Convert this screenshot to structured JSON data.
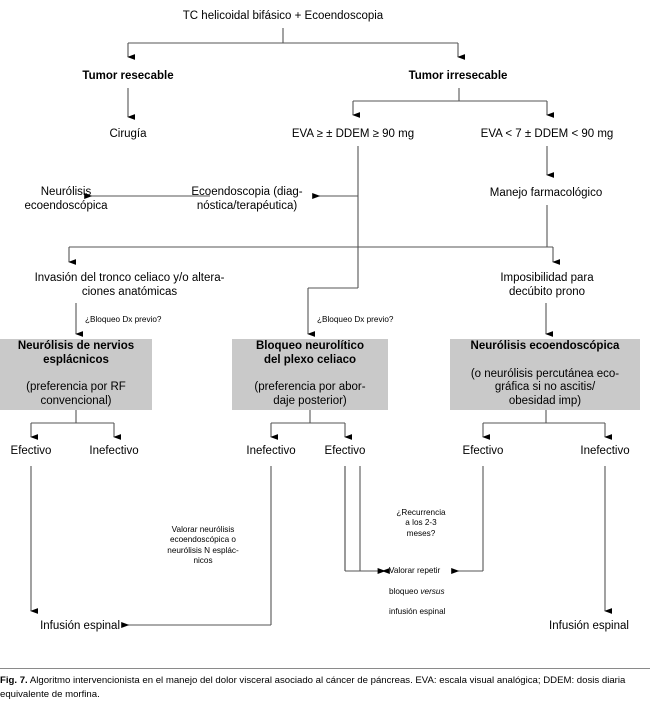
{
  "figure": {
    "caption_label": "Fig. 7.",
    "caption_text": " Algoritmo intervencionista en el manejo del dolor visceral asociado al cáncer de páncreas. EVA: escala visual analógica; DDEM: dosis diaria equivalente de morfina.",
    "box_fill_color": "#c9c9c9",
    "line_color": "#555555",
    "text_color": "#000000"
  },
  "nodes": {
    "root": "TC helicoidal bifásico + Ecoendoscopia",
    "tumor_resectable": "Tumor resecable",
    "tumor_irresectable": "Tumor irresecable",
    "cirugia": "Cirugía",
    "eva_high": "EVA ≥ ± DDEM ≥ 90 mg",
    "eva_low": "EVA < 7 ± DDEM < 90 mg",
    "manejo_farmacologico": "Manejo farmacológico",
    "ecoendoscopia_diag": "Ecoendoscopia (diag-\nnóstica/terapéutica)",
    "neurolisis_ecoendoscopica": "Neurólisis\necoendoscópica",
    "invasion_tronco": "Invasión del tronco celiaco y/o altera-\nciones anatómicas",
    "imposibilidad_decubito": "Imposibilidad para\ndecúbito prono"
  },
  "edge_labels": {
    "bloqueo_dx_previo_left": "¿Bloqueo Dx previo?",
    "bloqueo_dx_previo_mid": "¿Bloqueo Dx previo?"
  },
  "treatment_boxes": [
    {
      "id": "neurolisis-nervios-esplacnicos",
      "heading": "Neurólisis de nervios\nesplácnicos",
      "detail": "(preferencia por RF\nconvencional)"
    },
    {
      "id": "bloqueo-neurolitico-plexo-celiaco",
      "heading": "Bloqueo neurolítico\ndel plexo celiaco",
      "detail": "(preferencia por abor-\ndaje posterior)"
    },
    {
      "id": "neurolisis-ecoendoscopica-box",
      "heading": "Neurólisis ecoendoscópica",
      "detail": "(o neurólisis percutánea eco-\ngráfica si no ascitis/\nobesidad imp)"
    }
  ],
  "outcomes": {
    "left_box": [
      "Efectivo",
      "Inefectivo"
    ],
    "mid_box": [
      "Inefectivo",
      "Efectivo"
    ],
    "right_box": [
      "Efectivo",
      "Inefectivo"
    ]
  },
  "annotations": {
    "valorar_neurolisis": "Valorar neurólisis\necoendoscópica o\nneurólisis N esplác-\nnicos",
    "recurrencia": "¿Recurrencia\na los 2-3\nmeses?",
    "valorar_repetir_1": "Valorar repetir",
    "valorar_repetir_2a": "bloqueo ",
    "valorar_repetir_2b": "versus",
    "valorar_repetir_3": "infusión espinal"
  },
  "terminals": {
    "infusion_left": "Infusión espinal",
    "infusion_right": "Infusión espinal"
  }
}
